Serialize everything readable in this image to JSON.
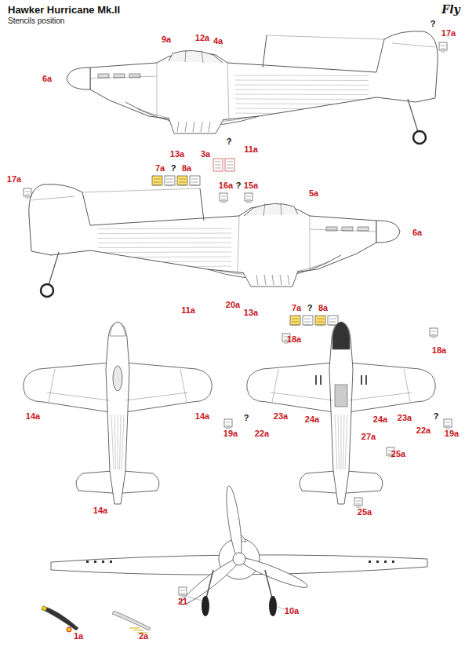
{
  "diagram": {
    "title": "Hawker Hurricane Mk.II",
    "labels": [
      "Stencils position",
      "Fly",
      "6a",
      "9a",
      "12a",
      "4a",
      "?",
      "17a",
      "?",
      "3a",
      "13a",
      "11a",
      "7a",
      "?",
      "8a",
      "17a",
      "16a",
      "?",
      "15a",
      "5a",
      "6a",
      "11a",
      "20a",
      "13a",
      "7a",
      "?",
      "8a",
      "14a",
      "14a",
      "14a",
      "18a",
      "18a",
      "19a",
      "?",
      "22a",
      "23a",
      "24a",
      "27a",
      "24a",
      "23a",
      "?",
      "22a",
      "19a",
      "25a",
      "25a",
      "21",
      "10a",
      "1a",
      "2a"
    ]
  }
}
